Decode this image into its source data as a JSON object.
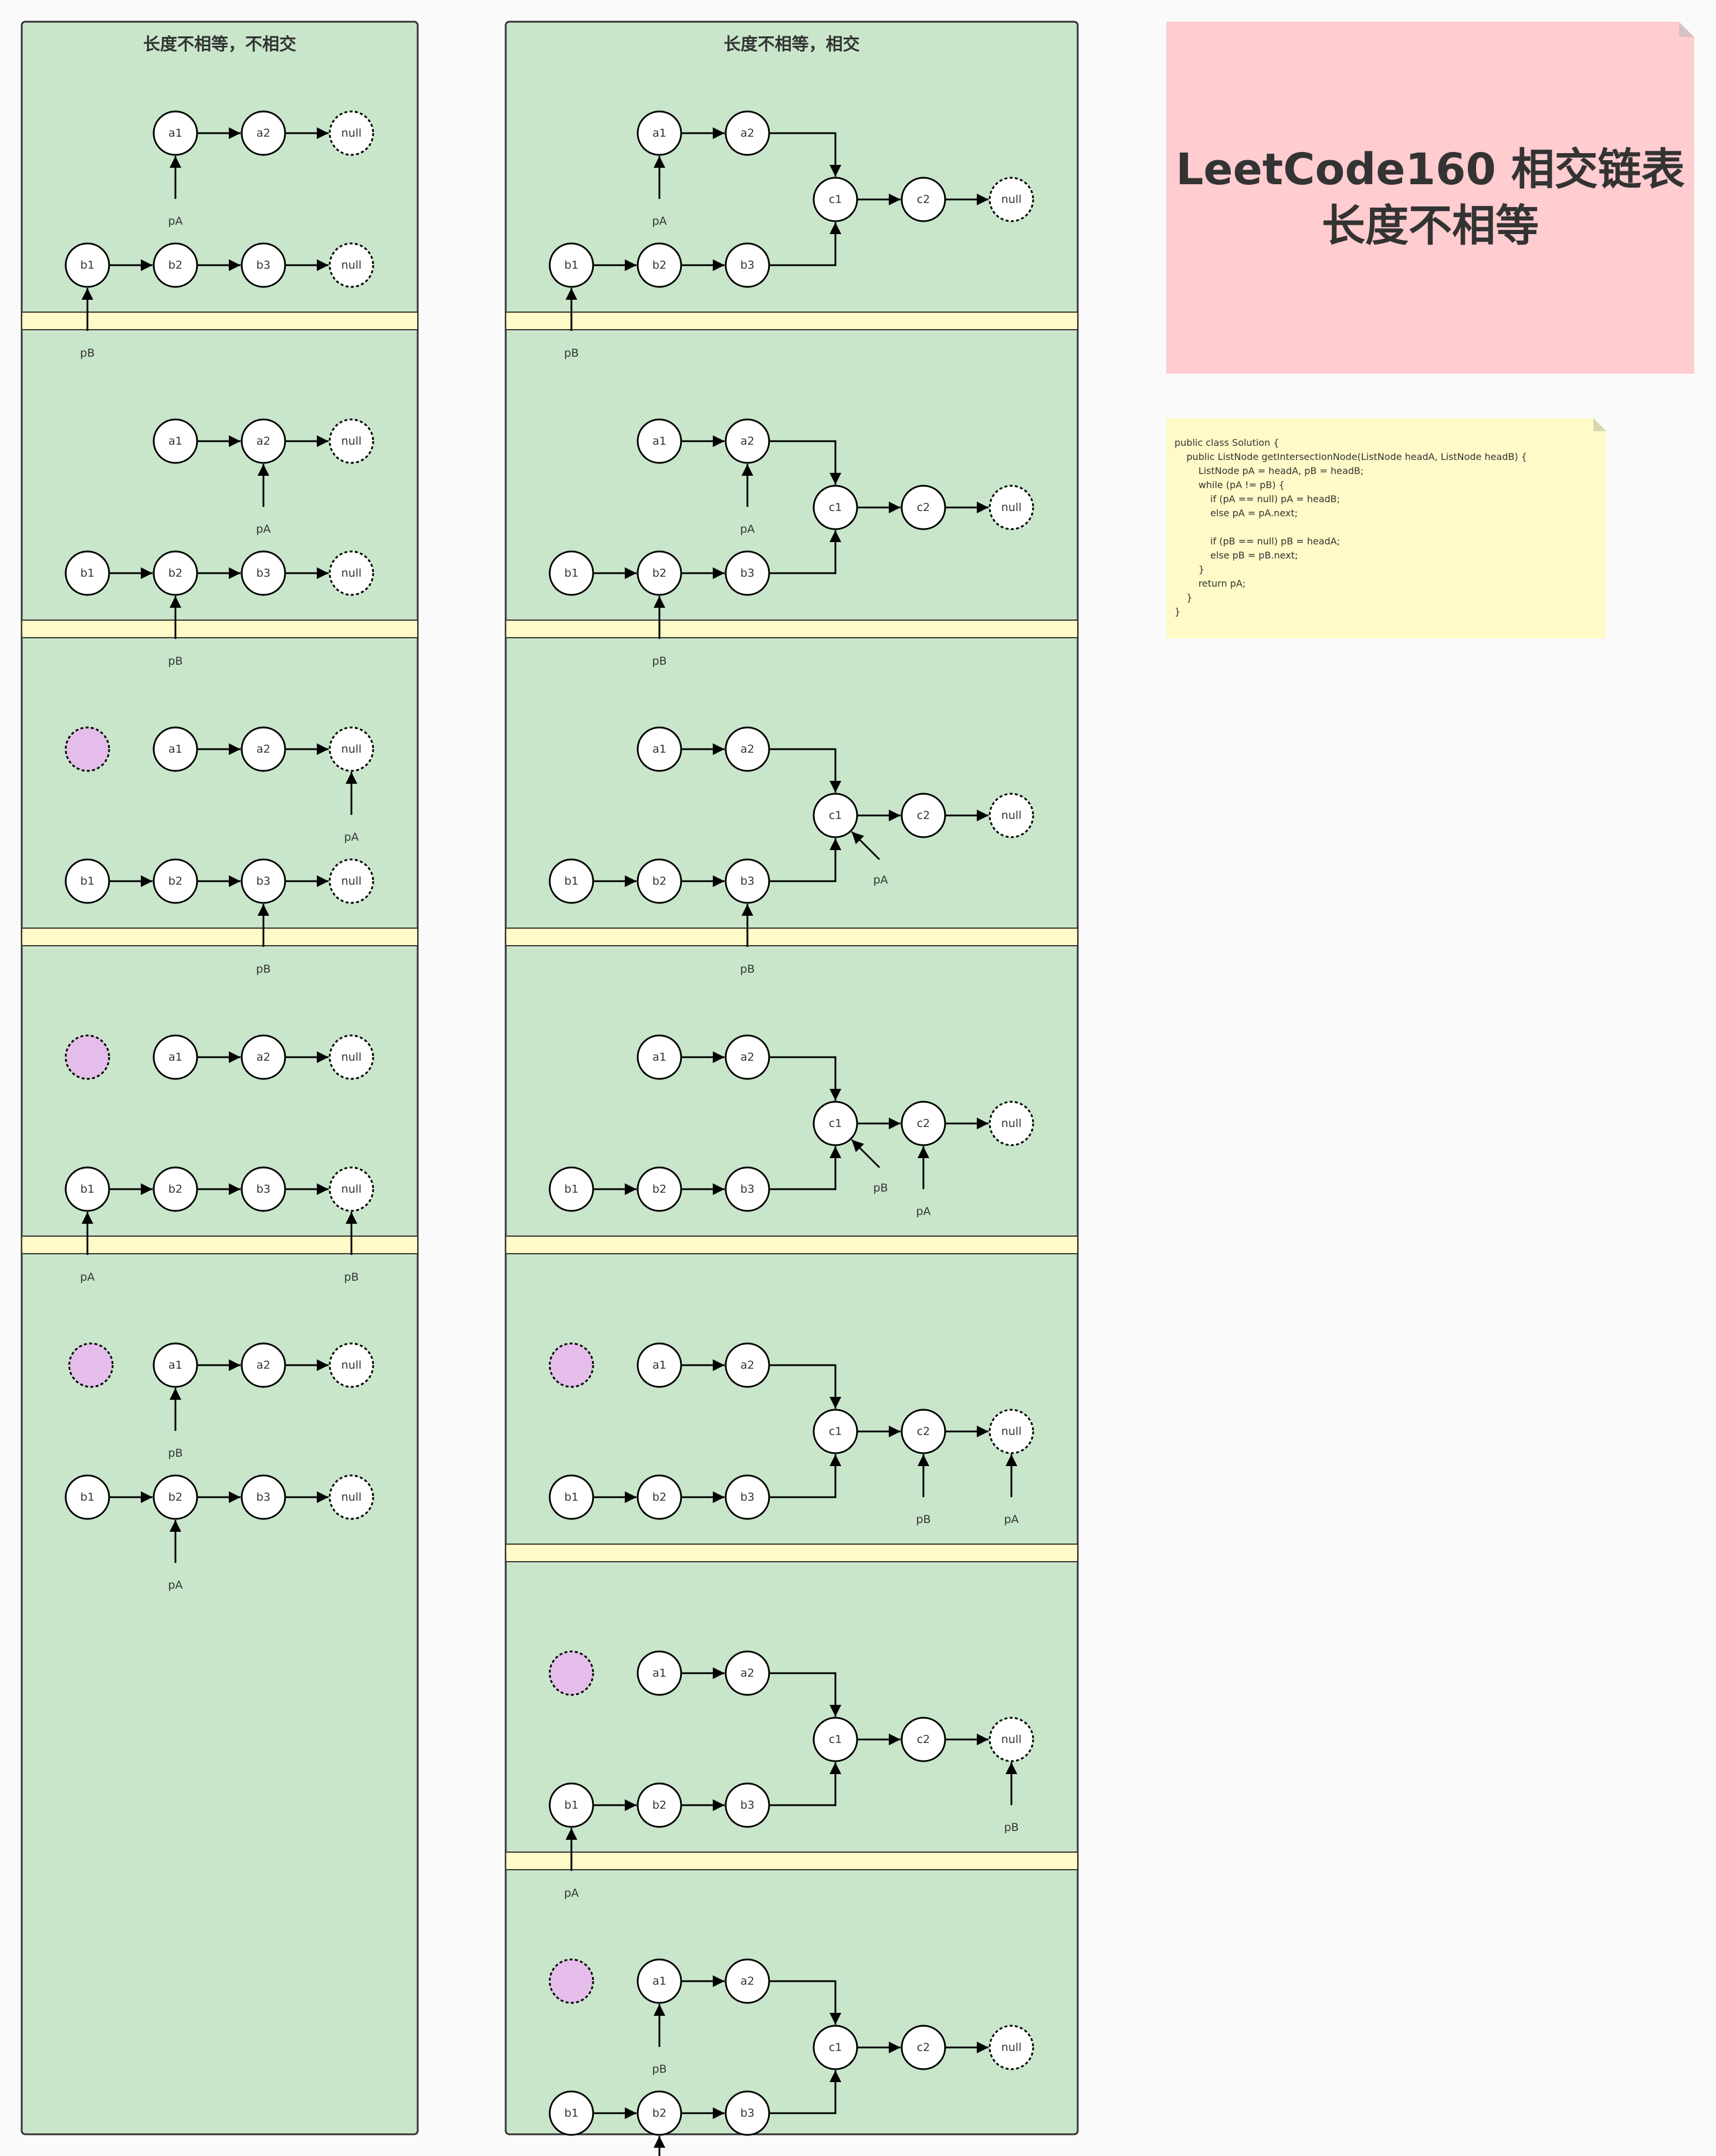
{
  "colors": {
    "panel_bg": "#c9e6ca",
    "separator_bg": "#fffac7",
    "border": "#333333",
    "node_bg": "#ffffff",
    "marker_bg": "#e4bdea",
    "title_note_bg": "#ffccd0",
    "code_note_bg": "#fffac7",
    "text": "#333333"
  },
  "title_note": {
    "line1": "LeetCode160 相交链表",
    "line2": "长度不相等"
  },
  "code_note": {
    "code": "public class Solution {\n    public ListNode getIntersectionNode(ListNode headA, ListNode headB) {\n        ListNode pA = headA, pB = headB;\n        while (pA != pB) {\n            if (pA == null) pA = headB;\n            else pA = pA.next;\n\n            if (pB == null) pB = headA;\n            else pB = pB.next;\n        }\n        return pA;\n    }\n}"
  },
  "columns": [
    {
      "id": "no-intersect",
      "heading": "长度不相等，不相交",
      "intersect": false,
      "steps": [
        {
          "pA": "a1",
          "pB": "b1",
          "marker": false
        },
        {
          "pA": "a2",
          "pB": "b2",
          "marker": false
        },
        {
          "pA": "null",
          "pB": "b3",
          "marker": true
        },
        {
          "pA": "b1",
          "pB": "nullB",
          "marker": true
        },
        {
          "pA": "b2",
          "pB": "a1",
          "marker": true
        }
      ]
    },
    {
      "id": "intersect",
      "heading": "长度不相等，相交",
      "intersect": true,
      "steps": [
        {
          "pA": "a1",
          "pB": "b1",
          "marker": false
        },
        {
          "pA": "a2",
          "pB": "b2",
          "marker": false
        },
        {
          "pA": "c1",
          "pB": "b3",
          "marker": false
        },
        {
          "pA": "c2",
          "pB": "c1",
          "marker": false
        },
        {
          "pA": "null",
          "pB": "c2",
          "marker": true
        },
        {
          "pA": "b1",
          "pB": "null",
          "marker": true
        },
        {
          "pA": "b2",
          "pB": "a1",
          "marker": true
        }
      ]
    }
  ],
  "node_labels": {
    "a1": "a1",
    "a2": "a2",
    "b1": "b1",
    "b2": "b2",
    "b3": "b3",
    "c1": "c1",
    "c2": "c2",
    "null": "null"
  },
  "pointer_labels": {
    "pA": "pA",
    "pB": "pB"
  }
}
